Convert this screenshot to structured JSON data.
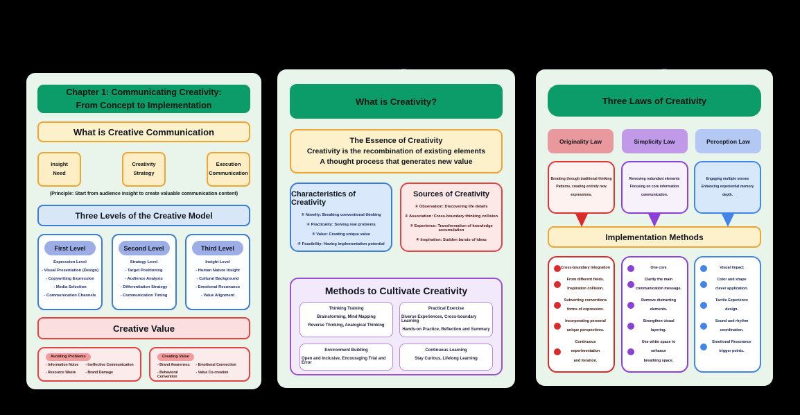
{
  "colors": {
    "canvas_bg": "#000000",
    "panel_bg": "#e9f4eb",
    "green_header": "#0b9c69",
    "orange_border": "#f0a432",
    "cream_bg": "#fdf1cc",
    "blue_border": "#3c7dd9",
    "blue_bg": "#d8e7f8",
    "periwinkle_pill": "#9dade6",
    "red_border": "#e24444",
    "pink_bg": "#fbdfdf",
    "pink_pill": "#f19c9c",
    "purple_border": "#9b50d3",
    "purple_bg": "#f2e9fb",
    "law_pink": "#e9999e",
    "law_purple": "#c09ae8",
    "law_blue": "#b4c8f4",
    "bullet_red": "#d92b2b",
    "bullet_purple": "#8b40d8",
    "bullet_blue": "#4285e8"
  },
  "p1": {
    "title": "Chapter 1: Communicating Creativity:\nFrom Concept to Implementation",
    "section1": "What is Creative Communication",
    "steps": [
      "Insight\nNeed",
      "Creativity\nStrategy",
      "Execution\nCommunication"
    ],
    "principle": "(Principle: Start from audience insight to create valuable communication content)",
    "section2": "Three Levels of the Creative Model",
    "levels": [
      {
        "pill": "First Level",
        "items": [
          "Expression Level",
          "- Visual Presentation (Design)",
          "- Copywriting Expression",
          "- Media Selection",
          "- Communication Channels"
        ]
      },
      {
        "pill": "Second Level",
        "items": [
          "Strategy Level",
          "- Target Positioning",
          "- Audience Analysis",
          "- Differentiation Strategy",
          "- Communication Timing"
        ]
      },
      {
        "pill": "Third Level",
        "items": [
          "Insight Level",
          "- Human Nature Insight",
          "- Cultural Background",
          "- Emotional Resonance",
          "- Value Alignment"
        ]
      }
    ],
    "section3": "Creative Value",
    "values": [
      {
        "pill": "Avoiding Problems",
        "items": [
          "- Information Noise",
          "- Ineffective Communication",
          "- Resource Waste",
          "- Brand Damage"
        ]
      },
      {
        "pill": "Creating Value",
        "items": [
          "- Brand Awareness",
          "- Emotional Connection",
          "- Behavioral Convention",
          "- Value Co-creation"
        ]
      }
    ]
  },
  "p2": {
    "title": "What is Creativity?",
    "essence": {
      "title": "The Essence of Creativity",
      "line1": "Creativity is the recombination of existing elements",
      "line2": "A thought process that generates new value"
    },
    "characteristics": {
      "title": "Characteristics of Creativity",
      "items": [
        "① Novelty: Breaking conventional thinking",
        "② Practicality: Solving real problems",
        "③ Value: Creating unique value",
        "④ Feasibility: Having implementation potential"
      ]
    },
    "sources": {
      "title": "Sources of Creativity",
      "items": [
        "① Observation: Discovering life details",
        "② Association: Cross-boundary thinking collision",
        "③ Experience: Transformation of knowledge accumulation",
        "④ Inspiration: Sudden bursts of ideas"
      ]
    },
    "methods": {
      "title": "Methods to Cultivate Creativity",
      "boxes": [
        {
          "lines": [
            "Thinking Training",
            "Brainstorming, Mind Mapping",
            "Reverse Thinking, Analogical Thinking"
          ]
        },
        {
          "lines": [
            "Practical Exercise",
            "Diverse Experiences, Cross-boundary Learning",
            "Hands-on Practice, Reflection and Summary"
          ]
        },
        {
          "lines": [
            "Environment Building",
            "Open and Inclusive, Encouraging Trial and Error"
          ]
        },
        {
          "lines": [
            "Continuous Learning",
            "Stay Curious, Lifelong Learning"
          ]
        }
      ]
    }
  },
  "p3": {
    "title": "Three Laws of Creativity",
    "laws": [
      "Originality Law",
      "Simplicity Law",
      "Perception Law"
    ],
    "descriptions": [
      "Breaking through traditional thinking\nPatterns, creating entirely new\nexpressions.",
      "Removing redundant elements\nFocusing on core information\ncommunication.",
      "Engaging multiple senses\nEnhancing experiential memory\ndepth."
    ],
    "impl_title": "Implementation Methods",
    "impl_lists": [
      {
        "items": [
          "Cross-boundary Integration",
          "From different fields.\nInspiration collision.",
          "Subverting conventions\nforms of expression.",
          "Incorporating personal\nunique perspectives.",
          "Continuous experimentation\nand iteration."
        ]
      },
      {
        "items": [
          "One core",
          "Clarify the main\ncommunication message.",
          "Remove distracting\nelements.",
          "Strengthen visual\nlayering.",
          "Use white space to enhance\nbreathing space."
        ]
      },
      {
        "items": [
          "Visual Impact",
          "Color and shape\nclever application.",
          "Tactile Experience\ndesign.",
          "Sound and rhythm\ncoordination.",
          "Emotional Resonance\ntrigger points."
        ]
      }
    ]
  }
}
